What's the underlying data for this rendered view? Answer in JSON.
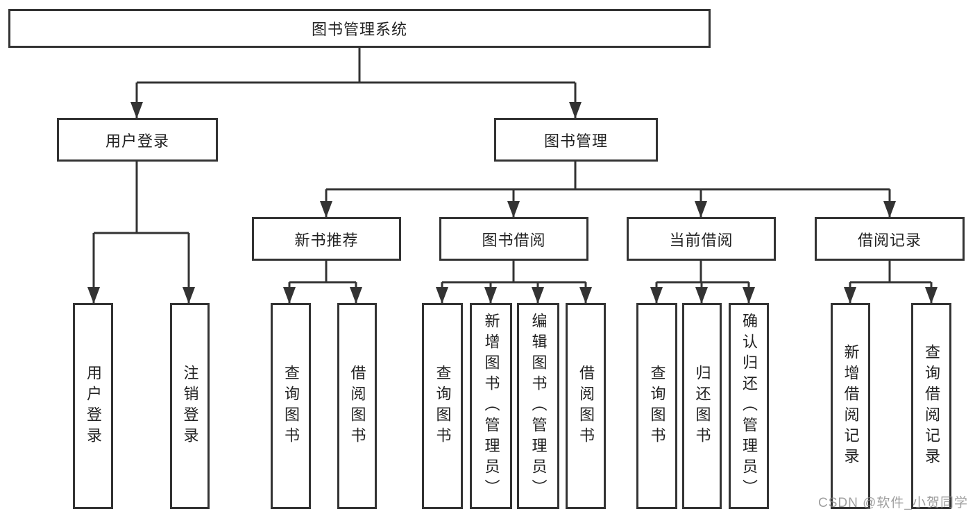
{
  "diagram": {
    "title": "图书管理系统",
    "colors": {
      "line": "#333333",
      "text": "#222222",
      "watermark": "#9a9a9a"
    },
    "nodes": {
      "root": {
        "label": "图书管理系统"
      },
      "user_login": {
        "label": "用户登录"
      },
      "book_mgmt": {
        "label": "图书管理"
      },
      "new_book_rec": {
        "label": "新书推荐"
      },
      "book_borrow": {
        "label": "图书借阅"
      },
      "current_borrow": {
        "label": "当前借阅"
      },
      "borrow_record": {
        "label": "借阅记录"
      },
      "ul_login": {
        "label": "用户登录"
      },
      "ul_logout": {
        "label": "注销登录"
      },
      "nb_query": {
        "label": "查询图书"
      },
      "nb_borrow": {
        "label": "借阅图书"
      },
      "bb_query": {
        "label": "查询图书"
      },
      "bb_add": {
        "label": "新增图书（管理员）"
      },
      "bb_edit": {
        "label": "编辑图书（管理员）"
      },
      "bb_borrow": {
        "label": "借阅图书"
      },
      "cb_query": {
        "label": "查询图书"
      },
      "cb_return": {
        "label": "归还图书"
      },
      "cb_confirm": {
        "label": "确认归还（管理员）"
      },
      "br_add": {
        "label": "新增借阅记录"
      },
      "br_query": {
        "label": "查询借阅记录"
      }
    },
    "watermark": "CSDN @软件_小贺同学"
  }
}
